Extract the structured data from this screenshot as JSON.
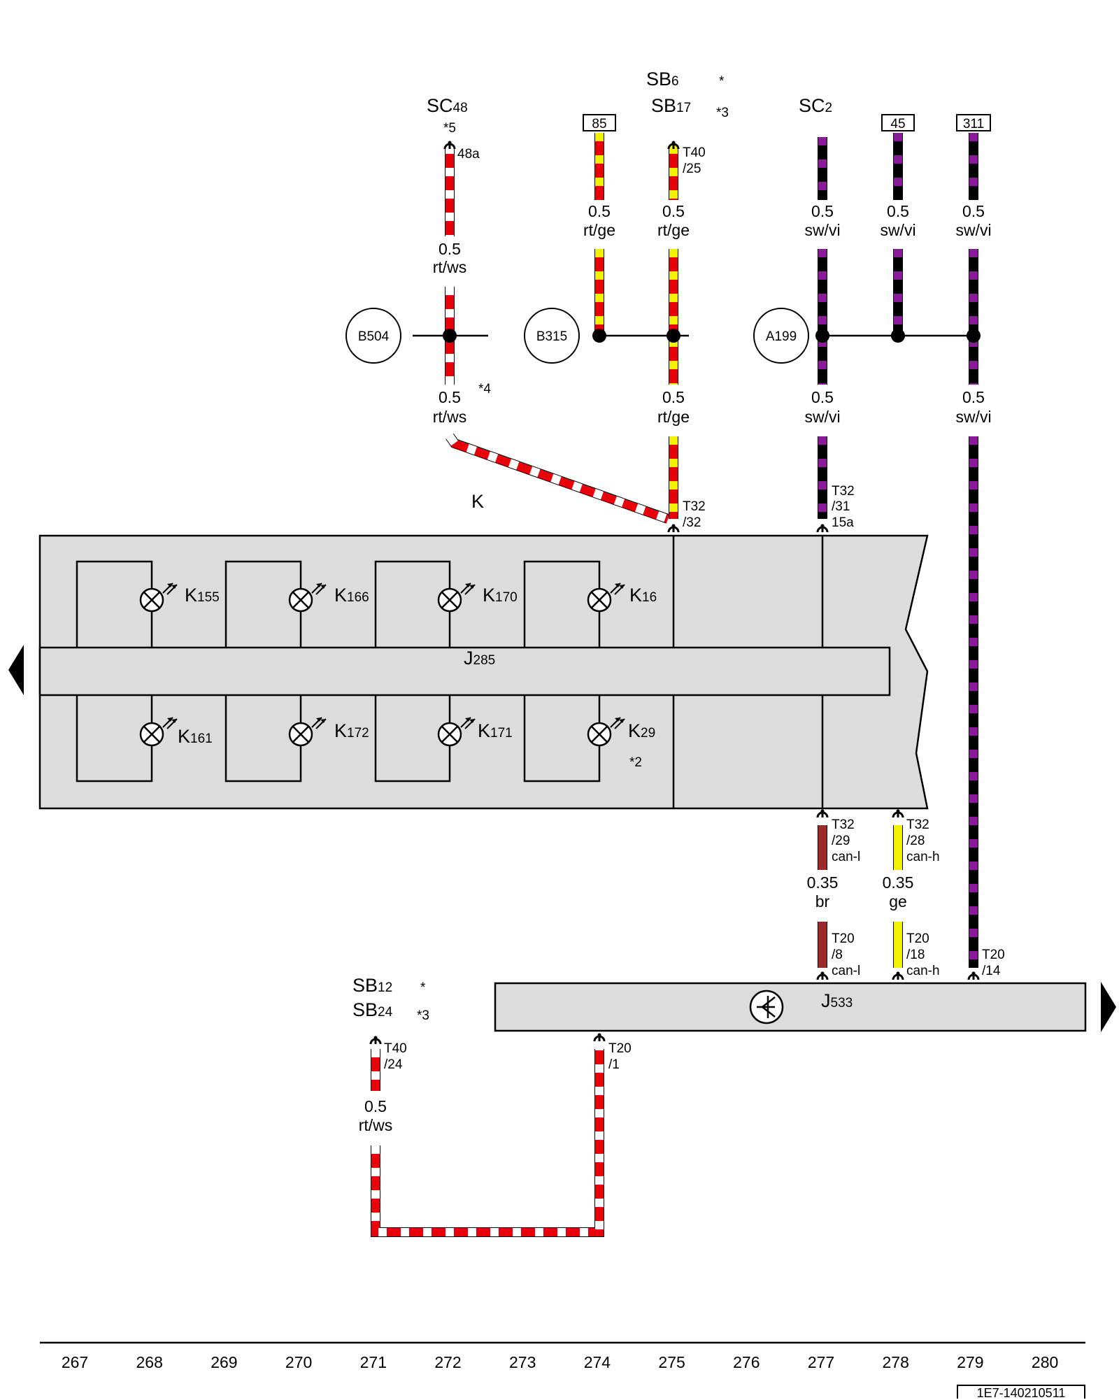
{
  "terminals": {
    "t85": "85",
    "t45": "45",
    "t311": "311"
  },
  "fuses": {
    "sc48_main": "SC",
    "sc48_sub": "48",
    "sc48_note": "*5",
    "sc48_pin": "48a",
    "sb6_main": "SB",
    "sb6_sub": "6",
    "sb6_note": "*",
    "sb17_main": "SB",
    "sb17_sub": "17",
    "sb17_note": "*3",
    "sb17_pin1": "T40",
    "sb17_pin2": "/25",
    "sc2_main": "SC",
    "sc2_sub": "2",
    "sb12_main": "SB",
    "sb12_sub": "12",
    "sb12_note": "*",
    "sb24_main": "SB",
    "sb24_sub": "24",
    "sb24_note": "*3",
    "sb24_pin1": "T40",
    "sb24_pin2": "/24"
  },
  "wires": {
    "w1_g": "0.5",
    "w1_c": "rt/ws",
    "w2_g": "0.5",
    "w2_c": "rt/ge",
    "w3_g": "0.5",
    "w3_c": "rt/ge",
    "w4_g": "0.5",
    "w4_c": "sw/vi",
    "w5_g": "0.5",
    "w5_c": "sw/vi",
    "w6_g": "0.5",
    "w6_c": "sw/vi",
    "w7_g": "0.5",
    "w7_c": "rt/ws",
    "w7_note": "*4",
    "w8_g": "0.5",
    "w8_c": "rt/ge",
    "w9_g": "0.5",
    "w9_c": "sw/vi",
    "w10_g": "0.5",
    "w10_c": "sw/vi",
    "w11_g": "0.35",
    "w11_c": "br",
    "w12_g": "0.35",
    "w12_c": "ge",
    "w13_g": "0.5",
    "w13_c": "rt/ws"
  },
  "splices": {
    "b504": "B504",
    "b315": "B315",
    "a199": "A199"
  },
  "components": {
    "k": "K",
    "j285_main": "J",
    "j285_sub": "285",
    "j533_main": "J",
    "j533_sub": "533",
    "k155_main": "K",
    "k155_sub": "155",
    "k166_main": "K",
    "k166_sub": "166",
    "k170_main": "K",
    "k170_sub": "170",
    "k16_main": "K",
    "k16_sub": "16",
    "k161_main": "K",
    "k161_sub": "161",
    "k172_main": "K",
    "k172_sub": "172",
    "k171_main": "K",
    "k171_sub": "171",
    "k29_main": "K",
    "k29_sub": "29",
    "k29_note": "*2"
  },
  "pins": {
    "t32_32_a": "T32",
    "t32_32_b": "/32",
    "t32_31_a": "T32",
    "t32_31_b": "/31",
    "t32_31_c": "15a",
    "t32_29_a": "T32",
    "t32_29_b": "/29",
    "t32_29_c": "can-l",
    "t32_28_a": "T32",
    "t32_28_b": "/28",
    "t32_28_c": "can-h",
    "t20_8_a": "T20",
    "t20_8_b": "/8",
    "t20_8_c": "can-l",
    "t20_18_a": "T20",
    "t20_18_b": "/18",
    "t20_18_c": "can-h",
    "t20_14_a": "T20",
    "t20_14_b": "/14",
    "t20_1_a": "T20",
    "t20_1_b": "/1"
  },
  "axis": [
    "267",
    "268",
    "269",
    "270",
    "271",
    "272",
    "273",
    "274",
    "275",
    "276",
    "277",
    "278",
    "279",
    "280"
  ],
  "footer": "1E7-140210511",
  "colors": {
    "red": "#e8000b",
    "yellow": "#f2f200",
    "violet": "#8a1a9a",
    "brown": "#9b2b2b",
    "gray": "#dcdcdc"
  }
}
